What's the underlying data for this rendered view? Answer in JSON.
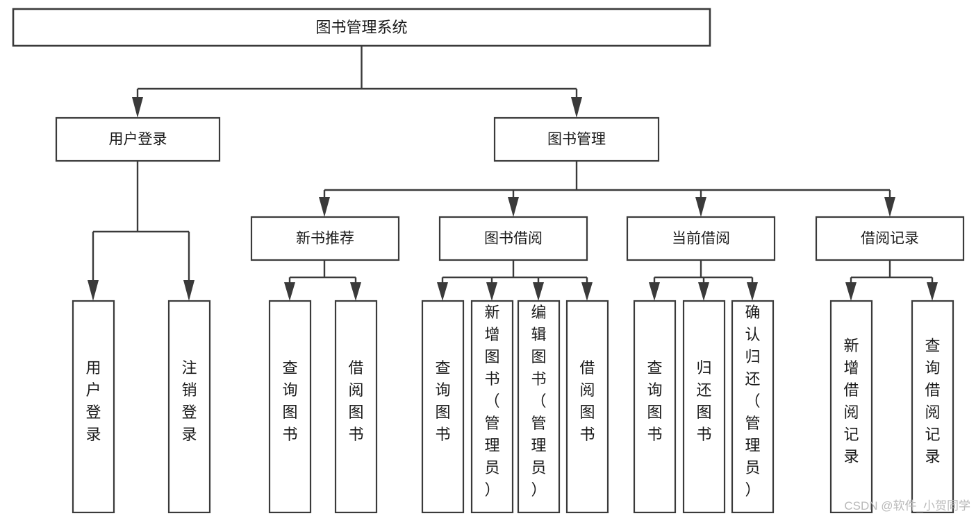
{
  "diagram": {
    "title": "图书管理系统",
    "type": "tree-hierarchy-chart",
    "watermark": "CSDN @软件_小贺同学",
    "colors": {
      "background": "#ffffff",
      "box_stroke": "#3a3a3a",
      "box_fill": "#ffffff",
      "text": "#1a1a1a",
      "watermark": "#b9b9b9"
    },
    "root": {
      "label": "图书管理系统"
    },
    "level2": [
      {
        "label": "用户登录"
      },
      {
        "label": "图书管理"
      }
    ],
    "level3": [
      {
        "label": "新书推荐"
      },
      {
        "label": "图书借阅"
      },
      {
        "label": "当前借阅"
      },
      {
        "label": "借阅记录"
      }
    ],
    "leaves": {
      "user_login": [
        {
          "label": "用户登录"
        },
        {
          "label": "注销登录"
        }
      ],
      "new_book_recommend": [
        {
          "label": "查询图书"
        },
        {
          "label": "借阅图书"
        }
      ],
      "book_borrow": [
        {
          "label": "查询图书"
        },
        {
          "label": "新增图书（管理员）"
        },
        {
          "label": "编辑图书（管理员）"
        },
        {
          "label": "借阅图书"
        }
      ],
      "current_borrow": [
        {
          "label": "查询图书"
        },
        {
          "label": "归还图书"
        },
        {
          "label": "确认归还（管理员）"
        }
      ],
      "borrow_record": [
        {
          "label": "新增借阅记录"
        },
        {
          "label": "查询借阅记录"
        }
      ]
    }
  }
}
